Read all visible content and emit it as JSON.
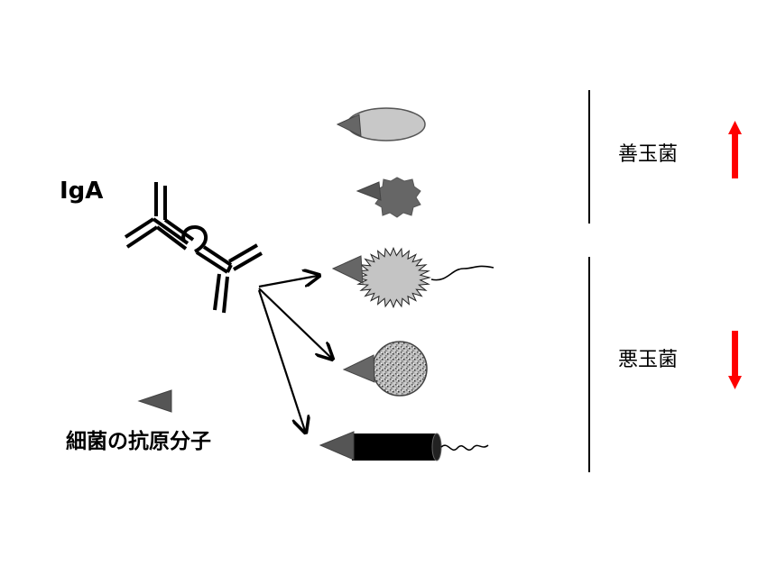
{
  "antibody": {
    "label": "IgA"
  },
  "antigen": {
    "label": "細菌の抗原分子"
  },
  "groups": [
    {
      "label": "善玉菌",
      "trend": "up",
      "arrow_color": "#ff0000"
    },
    {
      "label": "悪玉菌",
      "trend": "down",
      "arrow_color": "#ff0000"
    }
  ],
  "icons": [
    "antibody-icon",
    "antigen-triangle-icon",
    "oval-bacterium-icon",
    "scalloped-bacterium-icon",
    "spiky-flagellated-bacterium-icon",
    "textured-round-bacterium-icon",
    "black-rod-bacterium-icon"
  ]
}
